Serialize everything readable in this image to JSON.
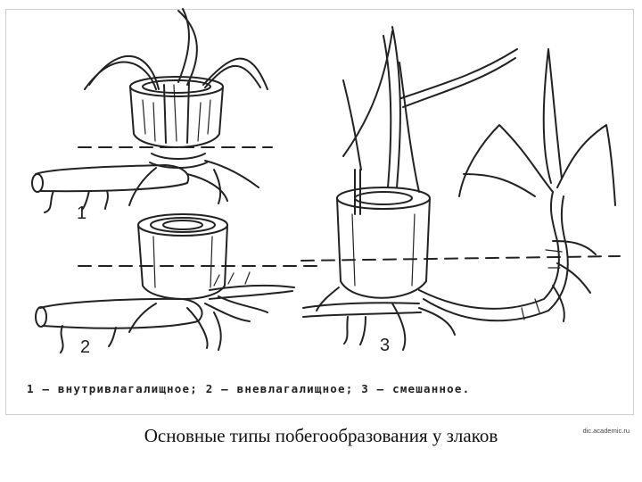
{
  "figure": {
    "labels": {
      "one": "1",
      "two": "2",
      "three": "3"
    },
    "legend": "1 — внутривлагалищное;  2 — вневлагалищное;  3 — смешанное."
  },
  "source": "dic.academic.ru",
  "caption": "Основные типы побегообразования у злаков",
  "colors": {
    "ink": "#222222",
    "background": "#ffffff"
  }
}
